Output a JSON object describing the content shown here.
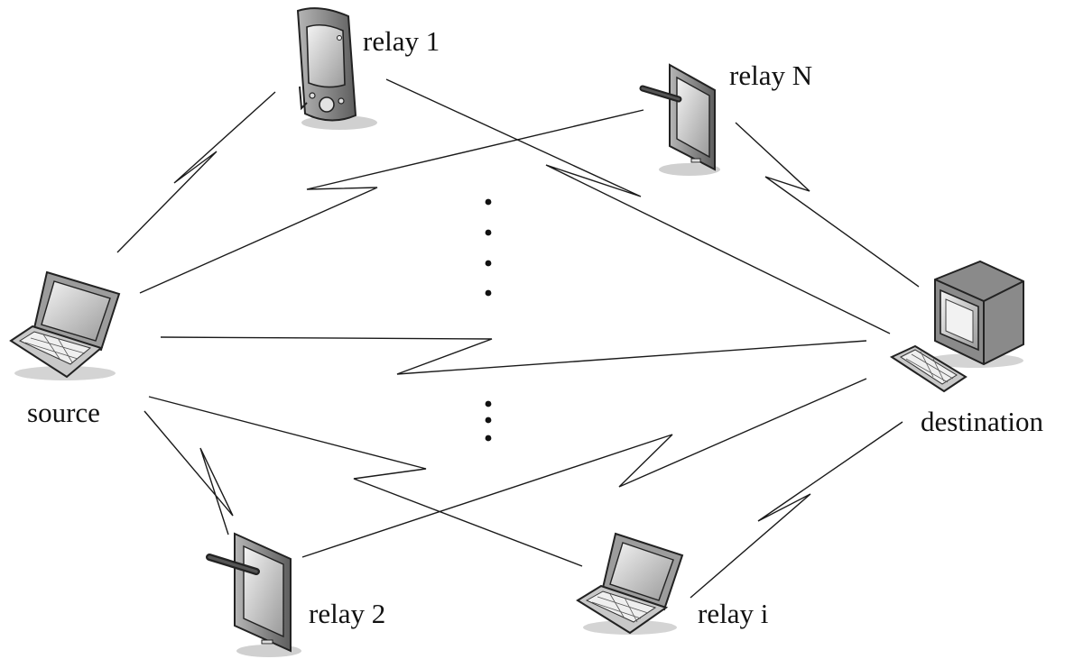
{
  "nodes": {
    "source": {
      "label": "source"
    },
    "destination": {
      "label": "destination"
    },
    "relay_1": {
      "label": "relay 1"
    },
    "relay_2": {
      "label": "relay 2"
    },
    "relay_i": {
      "label": "relay i"
    },
    "relay_N": {
      "label": "relay N"
    }
  },
  "icons": {
    "source": "laptop-icon",
    "destination": "desktop-computer-icon",
    "relay_1": "pda-icon",
    "relay_2": "tablet-icon",
    "relay_i": "laptop-icon",
    "relay_N": "tablet-icon"
  },
  "links": [
    {
      "from": "source",
      "to": "relay_1"
    },
    {
      "from": "source",
      "to": "relay_N"
    },
    {
      "from": "source",
      "to": "destination"
    },
    {
      "from": "source",
      "to": "relay_2"
    },
    {
      "from": "source",
      "to": "relay_i"
    },
    {
      "from": "relay_1",
      "to": "destination"
    },
    {
      "from": "relay_N",
      "to": "destination"
    },
    {
      "from": "relay_2",
      "to": "destination"
    },
    {
      "from": "relay_i",
      "to": "destination"
    }
  ],
  "colors": {
    "line": "#1a1a1a",
    "device_body": "#8f8f8f",
    "screen": "#d8d8d8"
  }
}
